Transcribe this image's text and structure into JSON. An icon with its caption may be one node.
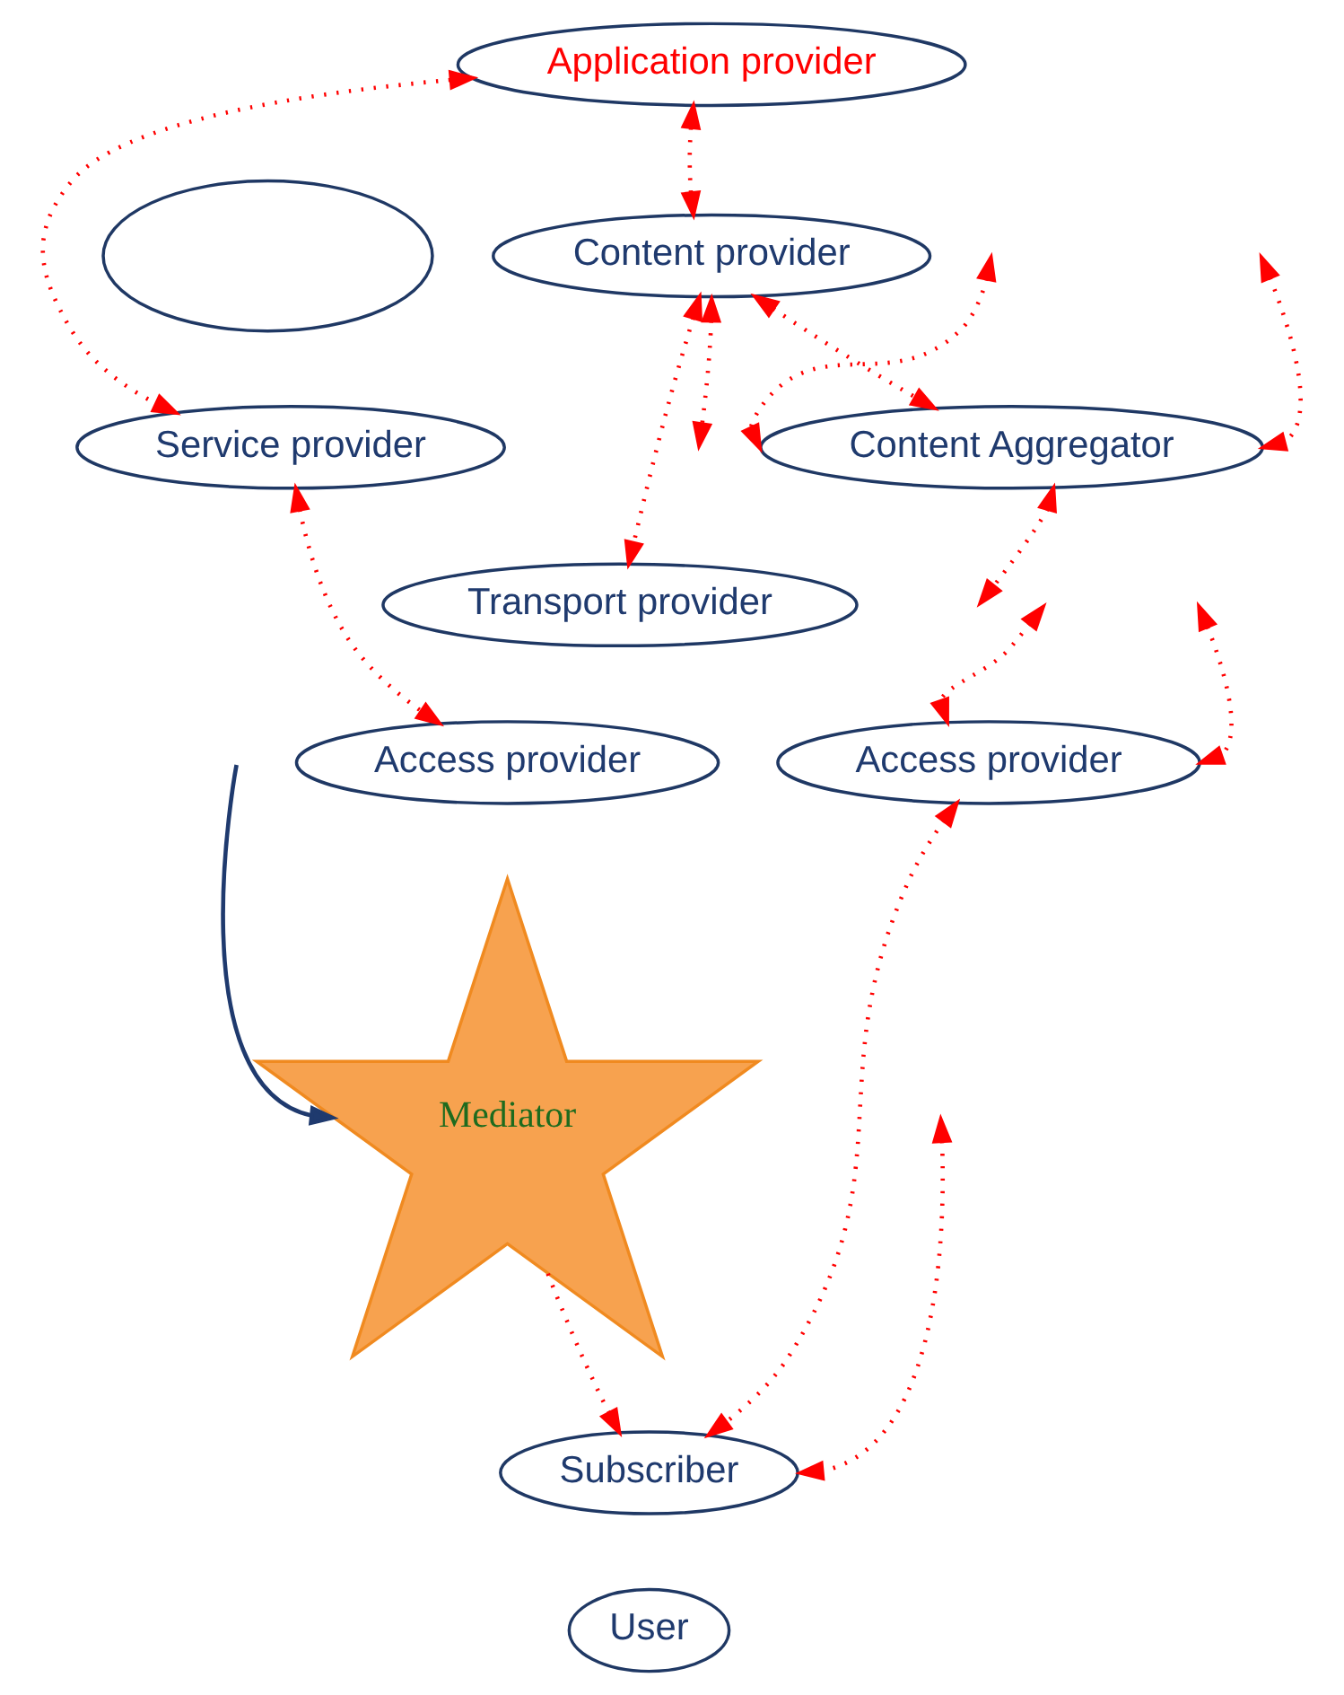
{
  "diagram": {
    "nodes": [
      {
        "text": [
          "Application provider"
        ]
      },
      {
        "text": [],
        "shape": "ellipse"
      },
      {
        "text": [
          "Content provider"
        ]
      },
      {
        "text": [
          "Service provider"
        ]
      },
      {
        "text": [
          "Content Aggregator"
        ]
      },
      {
        "text": [
          "Transport provider"
        ]
      },
      {
        "text": [
          "Access provider"
        ]
      },
      {
        "text": [
          "Access provider"
        ]
      },
      {
        "text": [
          "Mediator"
        ]
      },
      {
        "text": [
          "Subscriber"
        ]
      },
      {
        "text": [
          "User"
        ]
      }
    ],
    "edges": [
      {
        "from": 0,
        "to": 3,
        "arrow": "both",
        "style": "dashed"
      },
      {
        "from": 0,
        "to": 2,
        "arrow": "both",
        "style": "dashed"
      },
      {
        "from": null,
        "to": 4,
        "arrow": "both",
        "style": "dashed"
      },
      {
        "from": 2,
        "to": null,
        "arrow": "both",
        "style": "dashed"
      },
      {
        "from": 2,
        "to": 4,
        "arrow": "both",
        "style": "dashed"
      },
      {
        "from": 2,
        "to": 5,
        "arrow": "both",
        "style": "dashed"
      },
      {
        "from": null,
        "to": 4,
        "arrow": "both",
        "style": "dashed"
      },
      {
        "from": null,
        "to": 7,
        "arrow": "both",
        "style": "dashed"
      },
      {
        "from": 4,
        "to": null,
        "arrow": "both",
        "style": "dashed"
      },
      {
        "from": 3,
        "to": 6,
        "arrow": "both",
        "style": "dashed"
      },
      {
        "from": null,
        "to": 7,
        "arrow": "both",
        "style": "dashed"
      },
      {
        "from": 7,
        "to": 9,
        "arrow": "both",
        "style": "dashed"
      },
      {
        "from": null,
        "to": 9,
        "arrow": "both",
        "style": "dashed"
      },
      {
        "from": 8,
        "to": 9,
        "arrow": "to",
        "style": "dashed"
      },
      {
        "from": null,
        "to": 8,
        "arrow": "to",
        "color": "#1f3a6e"
      }
    ]
  }
}
